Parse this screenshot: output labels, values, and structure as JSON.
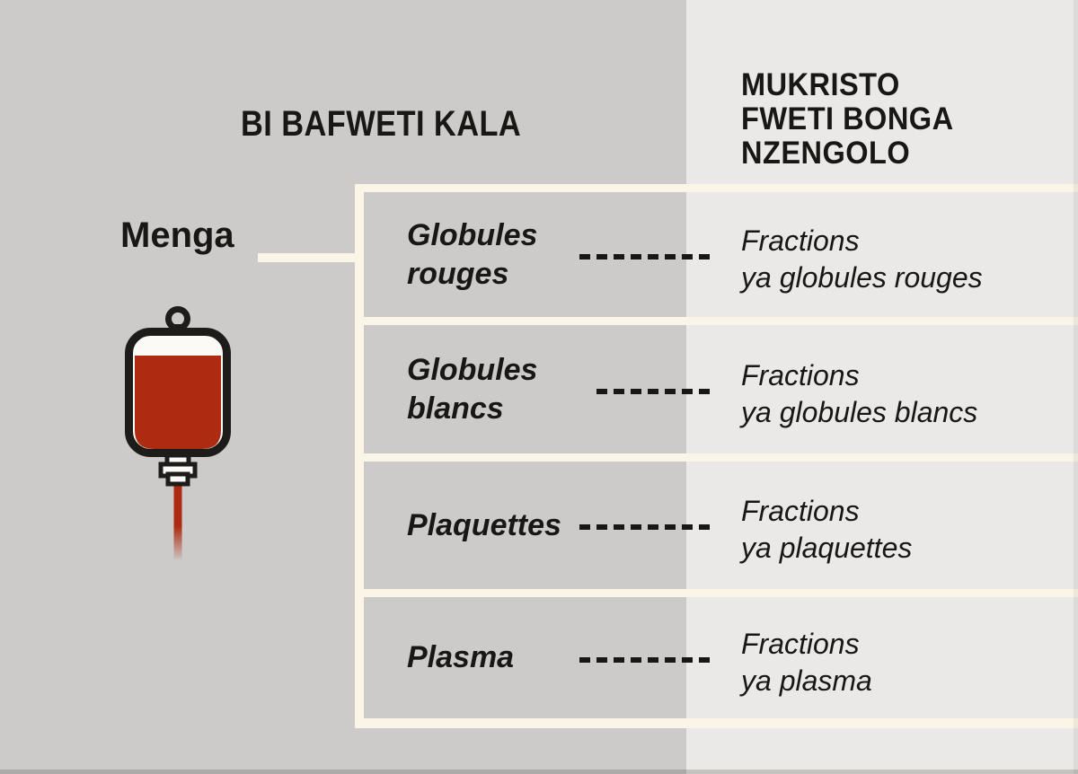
{
  "diagram": {
    "left_header": "BI BAFWETI KALA",
    "right_header_lines": [
      "MUKRISTO",
      "FWETI BONGA",
      "NZENGOLO"
    ],
    "source_label": "Menga",
    "blood_bag_icon": "blood-bag-icon"
  },
  "rows": [
    {
      "label_lines": [
        "Globules",
        "rouges"
      ],
      "fraction_lines": [
        "Fractions",
        "ya globules rouges"
      ]
    },
    {
      "label_lines": [
        "Globules",
        "blancs"
      ],
      "fraction_lines": [
        "Fractions",
        "ya globules blancs"
      ]
    },
    {
      "label_lines": [
        "Plaquettes"
      ],
      "fraction_lines": [
        "Fractions",
        "ya plaquettes"
      ]
    },
    {
      "label_lines": [
        "Plasma"
      ],
      "fraction_lines": [
        "Fractions",
        "ya plasma"
      ]
    }
  ],
  "colors": {
    "left_background": "#cccbc9",
    "right_background": "#eae9e7",
    "divider_cream": "#fbf5e8",
    "text_black": "#181714",
    "blood_red": "#ad2b10",
    "outline_black": "#1d1c1a",
    "bag_white": "#fbfaf7"
  }
}
